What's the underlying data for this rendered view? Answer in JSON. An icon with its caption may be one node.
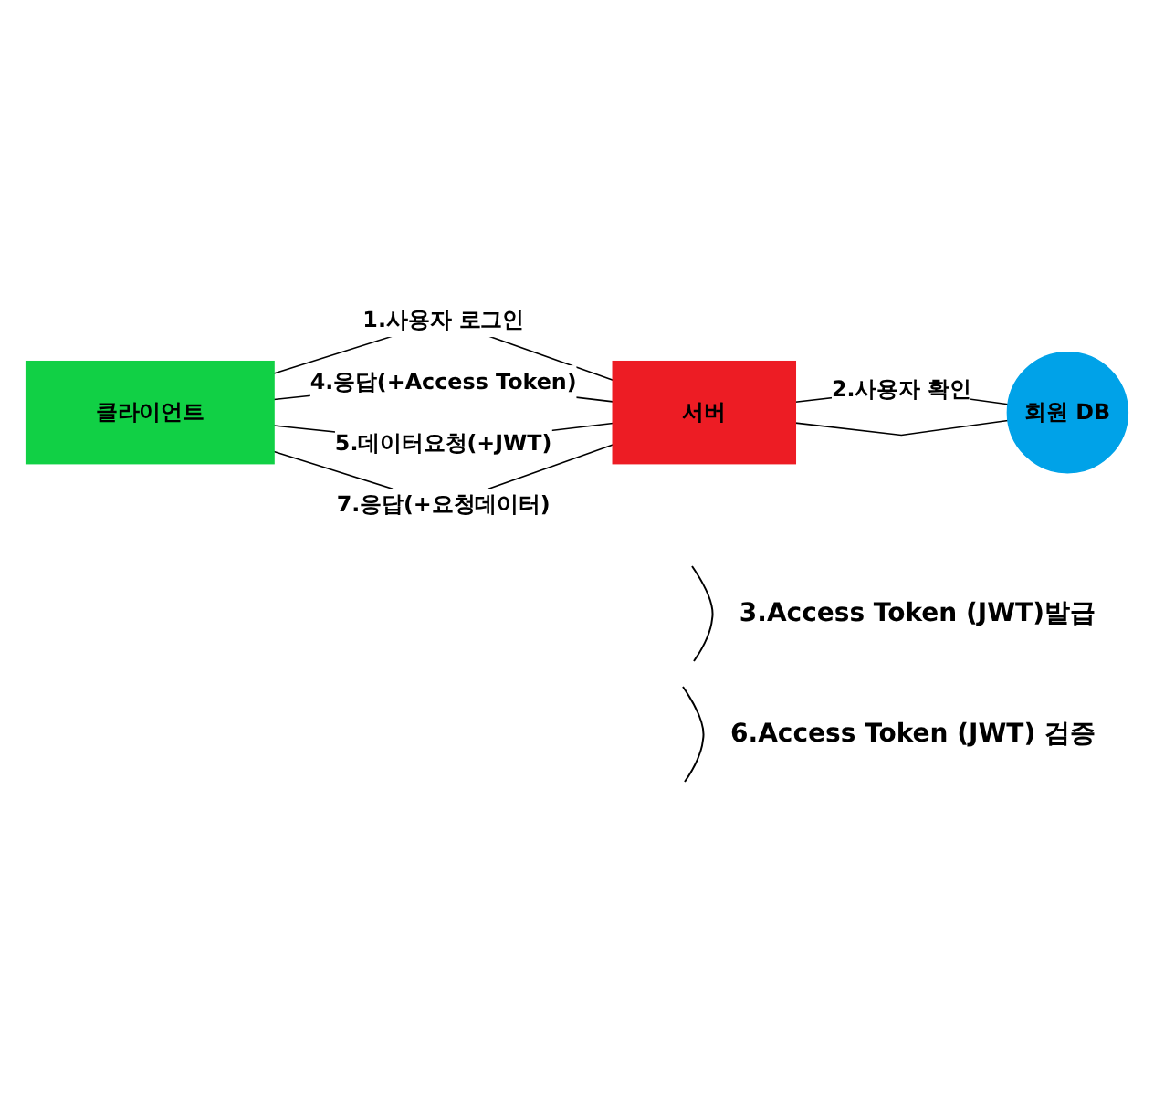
{
  "diagram": {
    "nodes": [
      {
        "text": [
          "클라이언트"
        ]
      },
      {
        "text": [
          "서버"
        ]
      },
      {
        "text": [
          "회원 DB"
        ]
      }
    ],
    "edges": [
      {
        "from": 0,
        "to": 1,
        "arrow": "none",
        "label": "1.사용자 로그인"
      },
      {
        "from": 1,
        "to": 2,
        "arrow": "none",
        "label": "2.사용자 확인"
      },
      {
        "from": 1,
        "to": 2,
        "arrow": "none"
      },
      {
        "from": 0,
        "to": 1,
        "arrow": "none",
        "label": "4.응답(+Access Token)"
      },
      {
        "from": 0,
        "to": 1,
        "arrow": "none",
        "label": "5.데이터요청(+JWT)"
      },
      {
        "from": 0,
        "to": 1,
        "arrow": "none",
        "label": "7.응답(+요청데이터)"
      }
    ],
    "labels": [
      "3.Access Token (JWT)발급",
      "6.Access Token (JWT) 검증"
    ]
  }
}
